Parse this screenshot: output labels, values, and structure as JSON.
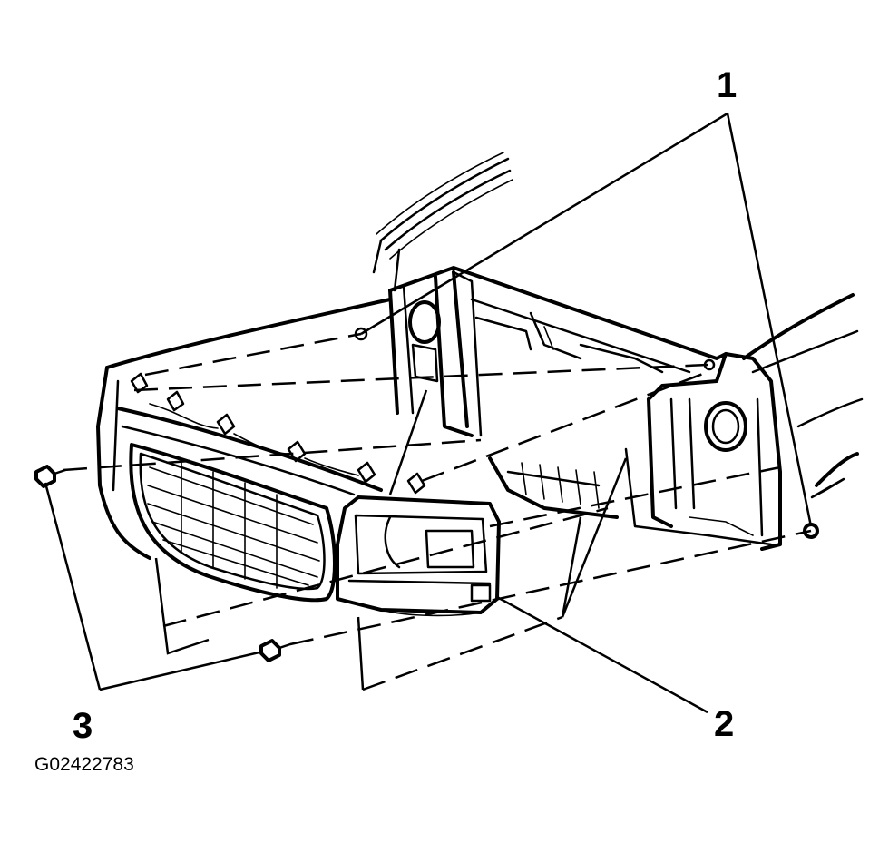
{
  "callouts": [
    {
      "id": "1"
    },
    {
      "id": "2"
    },
    {
      "id": "3"
    }
  ],
  "figure_id": "G02422783",
  "parts": {
    "bolts": "bolt-icon",
    "grille": "grille-icon",
    "headlamp_bezel": "headlamp-bezel-icon",
    "radiator_support": "radiator-support-icon",
    "fascia": "fascia-icon"
  }
}
